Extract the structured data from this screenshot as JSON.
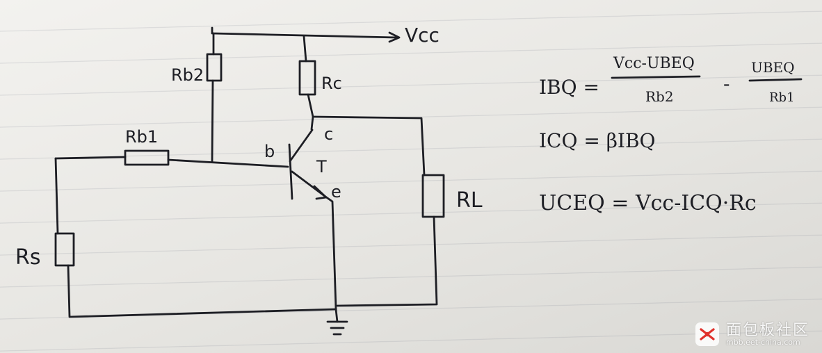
{
  "circuit": {
    "labels": {
      "supply": "Vcc",
      "rb2": "Rb2",
      "rc": "Rc",
      "rb1": "Rb1",
      "collector": "c",
      "base": "b",
      "transistor": "T",
      "emitter": "e",
      "rl": "RL",
      "rs": "Rs"
    }
  },
  "equations": {
    "ibq_lhs": "IBQ =",
    "ibq_num1": "Vcc-UBEQ",
    "ibq_den1": "Rb2",
    "ibq_minus": "-",
    "ibq_num2": "UBEQ",
    "ibq_den2": "Rb1",
    "icq": "ICQ = βIBQ",
    "uceq": "UCEQ = Vcc-ICQ·Rc"
  },
  "watermark": {
    "name": "面包板社区",
    "url": "mbb.eet-china.com"
  }
}
